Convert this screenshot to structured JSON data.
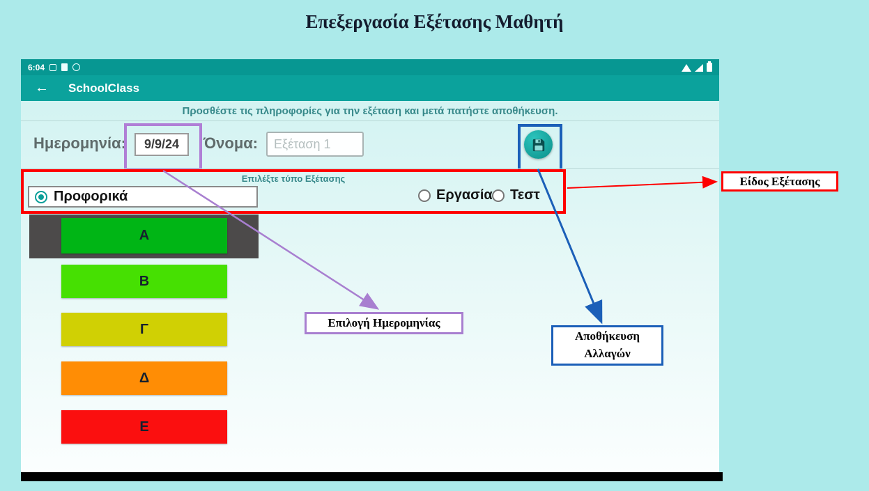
{
  "page": {
    "title": "Επεξεργασία Εξέτασης Μαθητή"
  },
  "device": {
    "status_bar": {
      "time": "6:04"
    },
    "app_bar": {
      "title": "SchoolClass"
    },
    "instruction": "Προσθέστε τις πληροφορίες για την εξέταση και μετά πατήστε αποθήκευση.",
    "form": {
      "date_label": "Ημερομηνία:",
      "date_value": "9/9/24",
      "name_label": "Όνομα:",
      "name_placeholder": "Εξέταση 1"
    },
    "exam_type": {
      "caption": "Επιλέξτε τύπο Εξέτασης",
      "options": [
        {
          "label": "Προφορικά",
          "selected": true
        },
        {
          "label": "Εργασία",
          "selected": false
        },
        {
          "label": "Τεστ",
          "selected": false
        }
      ]
    },
    "grades": [
      {
        "label": "Α",
        "color": "#00b515"
      },
      {
        "label": "Β",
        "color": "#46e002"
      },
      {
        "label": "Γ",
        "color": "#d0d004"
      },
      {
        "label": "Δ",
        "color": "#ff8d05"
      },
      {
        "label": "Ε",
        "color": "#fb0f0f"
      }
    ]
  },
  "annotations": {
    "exam_type": "Είδος Εξέτασης",
    "date_pick": "Επιλογή Ημερομηνίας",
    "save_line1": "Αποθήκευση",
    "save_line2": "Αλλαγών"
  },
  "icons": {
    "back_glyph": "←",
    "save": "floppy-disk"
  },
  "colors": {
    "app_teal": "#0ba29c",
    "annotation_red": "#fe0000",
    "annotation_purple": "#a87fd0",
    "annotation_blue": "#1b5fb8"
  }
}
